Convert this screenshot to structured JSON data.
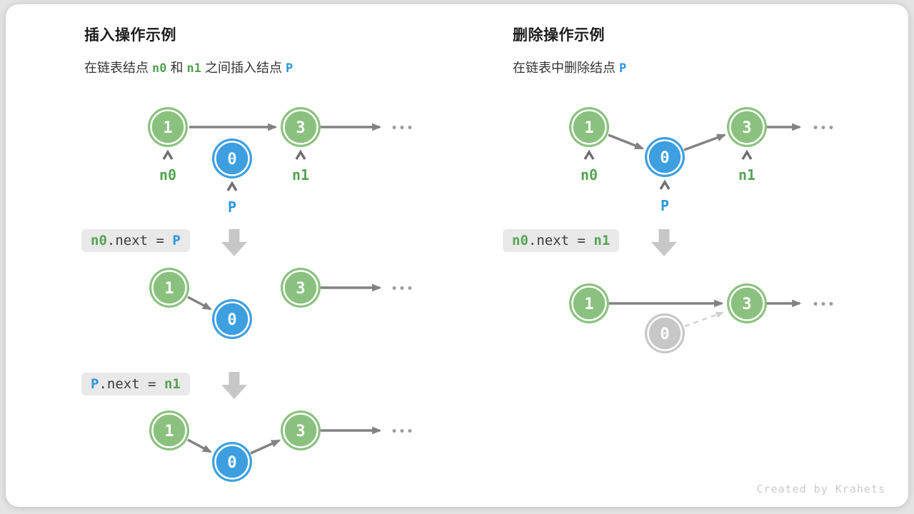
{
  "colors": {
    "green_node": "#8bc17f",
    "blue_node": "#3d9fe0",
    "gray_node": "#c7c7c7",
    "arrow": "#828282",
    "dashed_arrow": "#cfcfcf",
    "green_text": "#55a353",
    "blue_text": "#2b97dd",
    "code_background": "#e9e9e9",
    "big_arrow": "#c7c7c7"
  },
  "footer": {
    "credit": "Created by Krahets"
  },
  "left": {
    "title": "插入操作示例",
    "subtitle": {
      "t1": "在链表结点 ",
      "v1": "n0",
      "t2": " 和 ",
      "v2": "n1",
      "t3": " 之间插入结点 ",
      "v3": "P"
    },
    "step1": {
      "node1": "1",
      "node0": "0",
      "node3": "3",
      "label_n0": "n0",
      "label_p": "P",
      "label_n1": "n1",
      "ellipsis": "•••"
    },
    "code1": {
      "t1": "n0",
      "t2": ".next = ",
      "t3": "P"
    },
    "step2": {
      "node1": "1",
      "node0": "0",
      "node3": "3",
      "ellipsis": "•••"
    },
    "code2": {
      "t1": "P",
      "t2": ".next = ",
      "t3": "n1"
    },
    "step3": {
      "node1": "1",
      "node0": "0",
      "node3": "3",
      "ellipsis": "•••"
    }
  },
  "right": {
    "title": "删除操作示例",
    "subtitle": {
      "t1": "在链表中删除结点 ",
      "v1": "P"
    },
    "step1": {
      "node1": "1",
      "node0": "0",
      "node3": "3",
      "label_n0": "n0",
      "label_p": "P",
      "label_n1": "n1",
      "ellipsis": "•••"
    },
    "code1": {
      "t1": "n0",
      "t2": ".next = ",
      "t3": "n1"
    },
    "step2": {
      "node1": "1",
      "node0": "0",
      "node3": "3",
      "ellipsis": "•••"
    }
  }
}
